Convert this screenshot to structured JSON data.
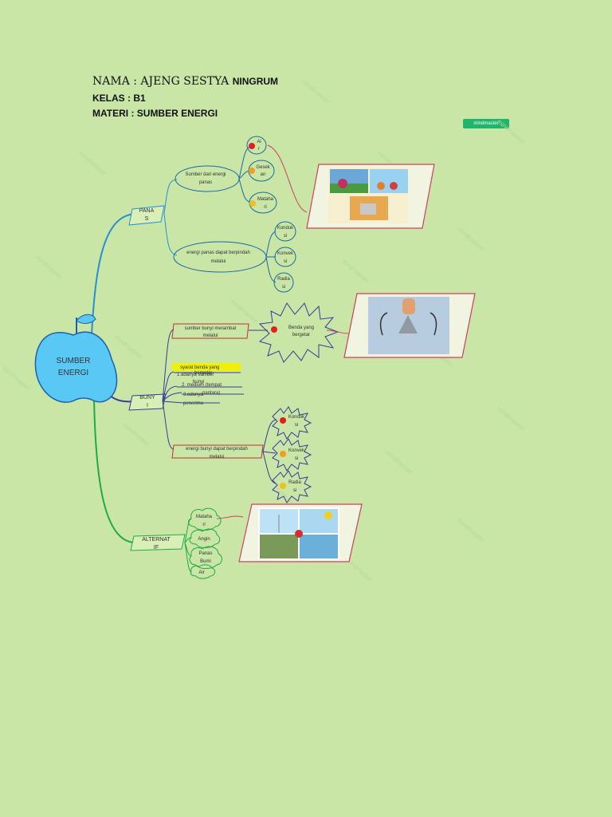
{
  "header": {
    "nama": "NAMA : AJENG SESTYA",
    "nama_tail": "NINGRUM",
    "kelas": "KELAS : B1",
    "materi": "MATERI : SUMBER ENERGI"
  },
  "badge": "mindmaster",
  "root": {
    "line1": "SUMBER",
    "line2": "ENERGI"
  },
  "panas": {
    "label1": "PANA",
    "label2": "S",
    "sumber_l1": "Sumber dari energi",
    "sumber_l2": "panas",
    "src_items": [
      {
        "l1": "Ai",
        "l2": "r"
      },
      {
        "l1": "Gesek",
        "l2": "an"
      },
      {
        "l1": "Mataha",
        "l2": "ri"
      }
    ],
    "pindah_l1": "energi panas dapat berpindah",
    "pindah_l2": "melalui",
    "pindah_items": [
      {
        "l1": "Konduk",
        "l2": "si"
      },
      {
        "l1": "Konvek",
        "l2": "si"
      },
      {
        "l1": "Radia",
        "l2": "si"
      }
    ]
  },
  "bunyi": {
    "label1": "BUNY",
    "label2": "I",
    "merambat_l1": "sumber bunyi merambat",
    "merambat_l2": "melalui",
    "bergetar_l1": "Benda yang",
    "bergetar_l2": "bergetar",
    "syarat": "syarat benda yang",
    "syarat_over": "bergetar",
    "s1": "1.adanya sumber",
    "s1_over": "bunyi",
    "s2": "2. medium (tempat",
    "s2_over": "pantara)",
    "s3": "3.adanya",
    "s3_b": "penerima",
    "pindah_l1": "energi bunyi dapat berpindah",
    "pindah_l2": "melalui",
    "pindah_items": [
      {
        "l1": "Konduk",
        "l2": "si"
      },
      {
        "l1": "Konvek",
        "l2": "si"
      },
      {
        "l1": "Radia",
        "l2": "si"
      }
    ]
  },
  "alternatif": {
    "label1": "ALTERNAT",
    "label2": "IF",
    "items": [
      {
        "l1": "Mataha",
        "l2": "ri"
      },
      {
        "l1": "Angin",
        "l2": ""
      },
      {
        "l1": "Panas",
        "l2": "Bumi"
      },
      {
        "l1": "Air",
        "l2": ""
      }
    ]
  },
  "watermark": "mindmaster",
  "colors": {
    "background": "#c9e6a7",
    "apple": "#5ac8f5",
    "panas_branch": "#2a8fd0",
    "bunyi_branch": "#3a3a9a",
    "alt_branch": "#22aa44",
    "frame": "#d04060"
  }
}
